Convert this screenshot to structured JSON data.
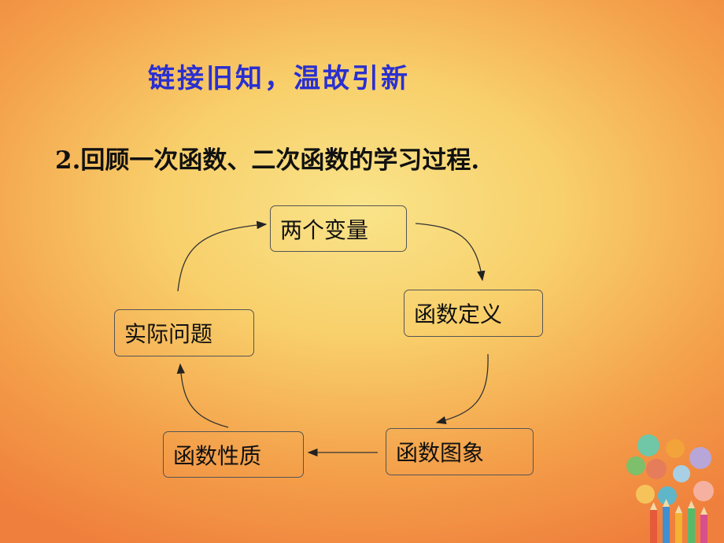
{
  "slide": {
    "title": "链接旧知，温故引新",
    "subtitle": "2.回顾一次函数、二次函数的学习过程."
  },
  "cycle": {
    "nodes": [
      {
        "id": "two-variables",
        "label": "两个变量"
      },
      {
        "id": "function-definition",
        "label": "函数定义"
      },
      {
        "id": "function-graph",
        "label": "函数图象"
      },
      {
        "id": "function-properties",
        "label": "函数性质"
      },
      {
        "id": "real-problem",
        "label": "实际问题"
      }
    ]
  },
  "colors": {
    "title": "#2a2fd0",
    "text": "#111111",
    "background_center": "#f9e48a",
    "background_edge": "#ef7f3c"
  }
}
